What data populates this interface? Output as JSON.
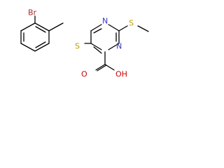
{
  "atoms": {
    "br": {
      "label": "Br",
      "color": "#a52a2a"
    },
    "s_thioether": {
      "label": "S",
      "color": "#b8a000"
    },
    "s_methyl": {
      "label": "S",
      "color": "#b8a000"
    },
    "n_top": {
      "label": "N",
      "color": "#3333cc"
    },
    "n_bottom": {
      "label": "N",
      "color": "#3333cc"
    },
    "o_carbonyl": {
      "label": "O",
      "color": "#cc0000"
    },
    "oh": {
      "label": "OH",
      "color": "#cc0000"
    }
  },
  "colors": {
    "bond": "#000000",
    "background": "#ffffff"
  }
}
